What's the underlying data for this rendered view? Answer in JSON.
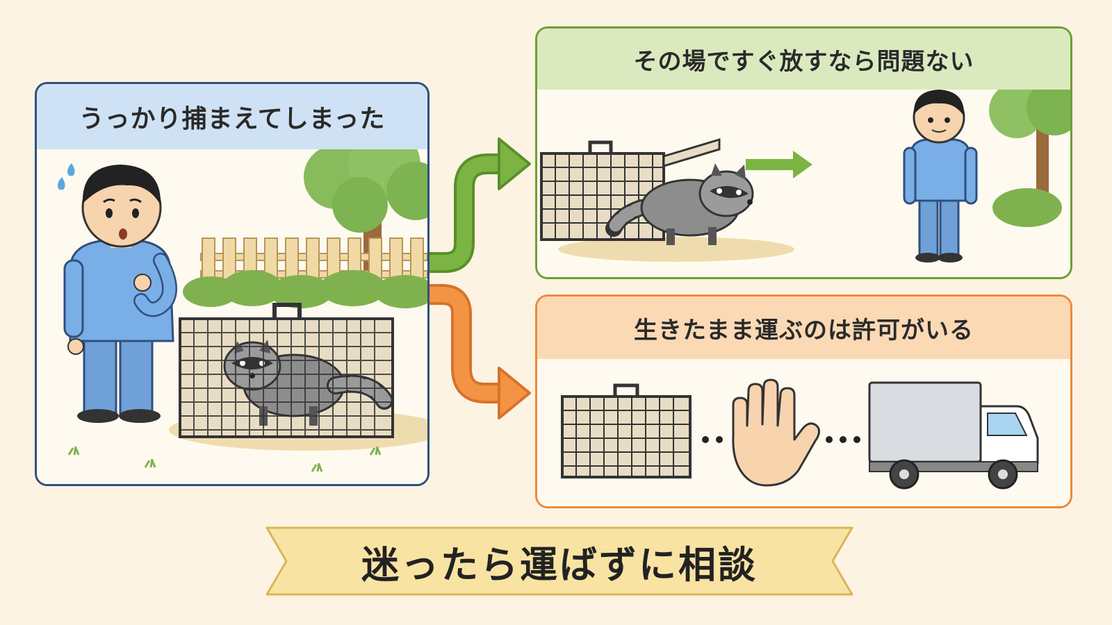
{
  "panels": {
    "left": {
      "title": "うっかり捕まえてしまった"
    },
    "top_right": {
      "title": "その場ですぐ放すなら問題ない"
    },
    "bottom_right": {
      "title": "生きたまま運ぶのは許可がいる"
    }
  },
  "banner": {
    "text": "迷ったら運ばずに相談"
  },
  "colors": {
    "left_accent": "#2f4f7f",
    "top_accent": "#6e9e36",
    "bottom_accent": "#ec8a3c",
    "banner_fill": "#f9e3a3"
  },
  "icons": [
    "sweat-icon",
    "stop-hand-icon",
    "truck-icon",
    "arrow-right-icon"
  ]
}
